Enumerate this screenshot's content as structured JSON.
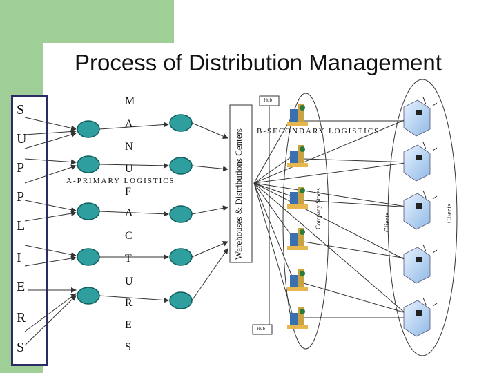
{
  "title": "Process of Distribution Management",
  "suppliers": [
    "S",
    "U",
    "P",
    "P",
    "L",
    "I",
    "E",
    "R",
    "S"
  ],
  "manufacturers": [
    "M",
    "A",
    "N",
    "U",
    "F",
    "A",
    "C",
    "T",
    "U",
    "R",
    "E",
    "S"
  ],
  "primary_logistics": "A-PRIMARY LOGISTICS",
  "secondary_logistics": "B-SECONDARY LOGISTICS",
  "warehouses": "Warehouses & Distributions Centers",
  "company_stores": "Company Stores",
  "clients_inner": "Clients",
  "clients_outer": "Clients",
  "hub_top": "Hub",
  "hub_bottom": "Hub",
  "colors": {
    "green": "#9fce96",
    "teal": "#0f8c8c",
    "supplier_border": "#2b2b66"
  }
}
